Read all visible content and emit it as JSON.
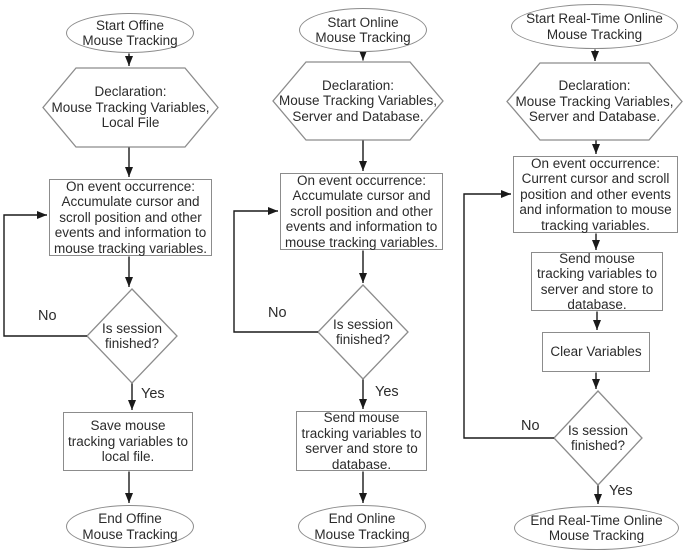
{
  "columns": [
    {
      "id": "offline",
      "start": "Start Offine\nMouse Tracking",
      "declaration": "Declaration:\nMouse Tracking Variables,\nLocal File",
      "process1": "On event occurrence:\nAccumulate cursor and\nscroll position and other\nevents and information to\nmouse tracking variables.",
      "decision": "Is session\nfinished?",
      "no_label": "No",
      "yes_label": "Yes",
      "process2": "Save mouse\ntracking variables to\nlocal file.",
      "end": "End Offine\nMouse Tracking"
    },
    {
      "id": "online",
      "start": "Start Online\nMouse Tracking",
      "declaration": "Declaration:\nMouse Tracking Variables,\nServer and Database.",
      "process1": "On event occurrence:\nAccumulate cursor and\nscroll position and other\nevents and information to\nmouse tracking variables.",
      "decision": "Is session\nfinished?",
      "no_label": "No",
      "yes_label": "Yes",
      "process2": "Send mouse\ntracking variables to\nserver and store to\ndatabase.",
      "end": "End Online\nMouse Tracking"
    },
    {
      "id": "realtime",
      "start": "Start Real-Time Online\nMouse Tracking",
      "declaration": "Declaration:\nMouse Tracking Variables,\nServer and Database.",
      "process1": "On event occurrence:\nCurrent cursor and scroll\nposition and other events\nand information to mouse\ntracking variables.",
      "process2": "Send mouse\ntracking variables to\nserver and store to\ndatabase.",
      "process3": "Clear Variables",
      "decision": "Is session\nfinished?",
      "no_label": "No",
      "yes_label": "Yes",
      "end": "End Real-Time Online\nMouse Tracking"
    }
  ],
  "colors": {
    "shape_border": "#8c8c8c",
    "connector": "#1a1a1a",
    "text": "#2b2b2b",
    "background": "#ffffff"
  }
}
